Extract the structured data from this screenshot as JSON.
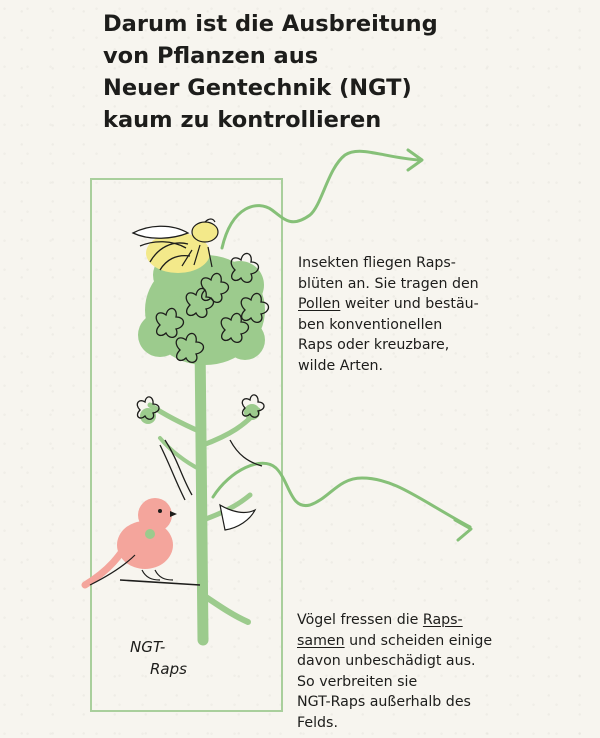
{
  "title_lines": [
    "Darum ist die Ausbreitung",
    "von Pflanzen aus",
    "Neuer Gentechnik (NGT)",
    "kaum zu kontrollieren"
  ],
  "insect_caption": {
    "line1": "Insekten fliegen Raps-",
    "line2": "blüten an. Sie tragen den",
    "line3_link": "Pollen",
    "line3_rest": " weiter und bestäu-",
    "line4": "ben konventionellen",
    "line5": "Raps oder kreuzbare,",
    "line6": "wilde Arten."
  },
  "bird_caption": {
    "line1_pre": "Vögel fressen die ",
    "line1_link": "Raps-",
    "line2_link": "samen",
    "line2_rest": " und scheiden einige",
    "line3": "davon unbeschädigt aus.",
    "line4": "So verbreiten sie",
    "line5": "NGT-Raps außerhalb des",
    "line6": "Felds."
  },
  "plant_label": {
    "line1": "NGT-",
    "line2": "Raps"
  },
  "colors": {
    "frame": "#a9cf9c",
    "plant_green": "#9ccb8d",
    "arrow_green": "#86c078",
    "bee_yellow": "#f3e98a",
    "bird_pink": "#f4a59c"
  }
}
